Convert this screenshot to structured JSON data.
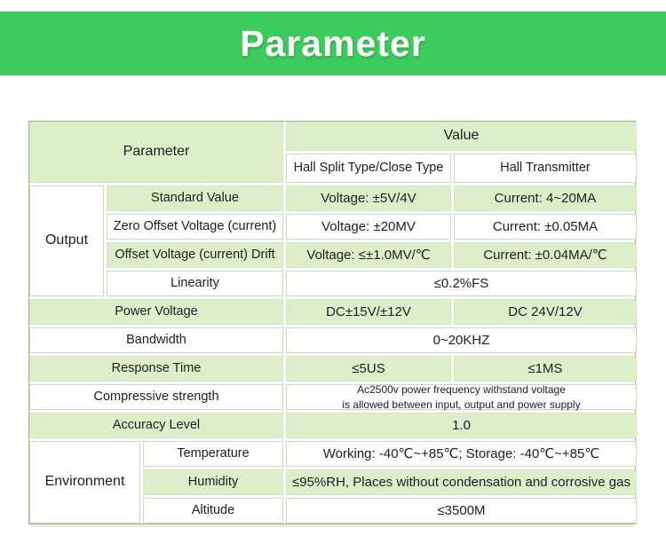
{
  "banner": {
    "title": "Parameter"
  },
  "colors": {
    "banner_green": "#3ecb5e",
    "cell_green": "#ddeecb",
    "border": "#a3b592",
    "text": "#1e1e1e",
    "banner_text": "#fdfefa"
  },
  "table": {
    "header": {
      "parameter": "Parameter",
      "value": "Value",
      "col_split": "Hall Split Type/Close Type",
      "col_transmitter": "Hall Transmitter"
    },
    "output_group": {
      "label": "Output",
      "rows": [
        {
          "name": "Standard Value",
          "split": "Voltage:  ±5V/4V",
          "transmitter": "Current:  4~20MA"
        },
        {
          "name": "Zero Offset Voltage (current)",
          "split": "Voltage:  ±20MV",
          "transmitter": "Current:  ±0.05MA"
        },
        {
          "name": "Offset Voltage (current) Drift",
          "split": "Voltage:  ≤±1.0MV/℃",
          "transmitter": "Current:  ±0.04MA/℃"
        },
        {
          "name": "Linearity",
          "span": "≤0.2%FS"
        }
      ]
    },
    "middle_rows": [
      {
        "name": "Power Voltage",
        "split": "DC±15V/±12V",
        "transmitter": "DC 24V/12V"
      },
      {
        "name": "Bandwidth",
        "span": "0~20KHZ"
      },
      {
        "name": "Response Time",
        "split": "≤5US",
        "transmitter": "≤1MS"
      },
      {
        "name": "Compressive strength",
        "span_line1": "Ac2500v power frequency withstand voltage",
        "span_line2": "is allowed between input, output and power supply"
      },
      {
        "name": "Accuracy Level",
        "span": "1.0"
      }
    ],
    "environment_group": {
      "label": "Environment",
      "rows": [
        {
          "name": "Temperature",
          "span": "Working:  -40℃~+85℃;  Storage:  -40℃~+85℃"
        },
        {
          "name": "Humidity",
          "span": "≤95%RH,  Places without condensation and corrosive gas"
        },
        {
          "name": "Altitude",
          "span": "≤3500M"
        }
      ]
    }
  }
}
